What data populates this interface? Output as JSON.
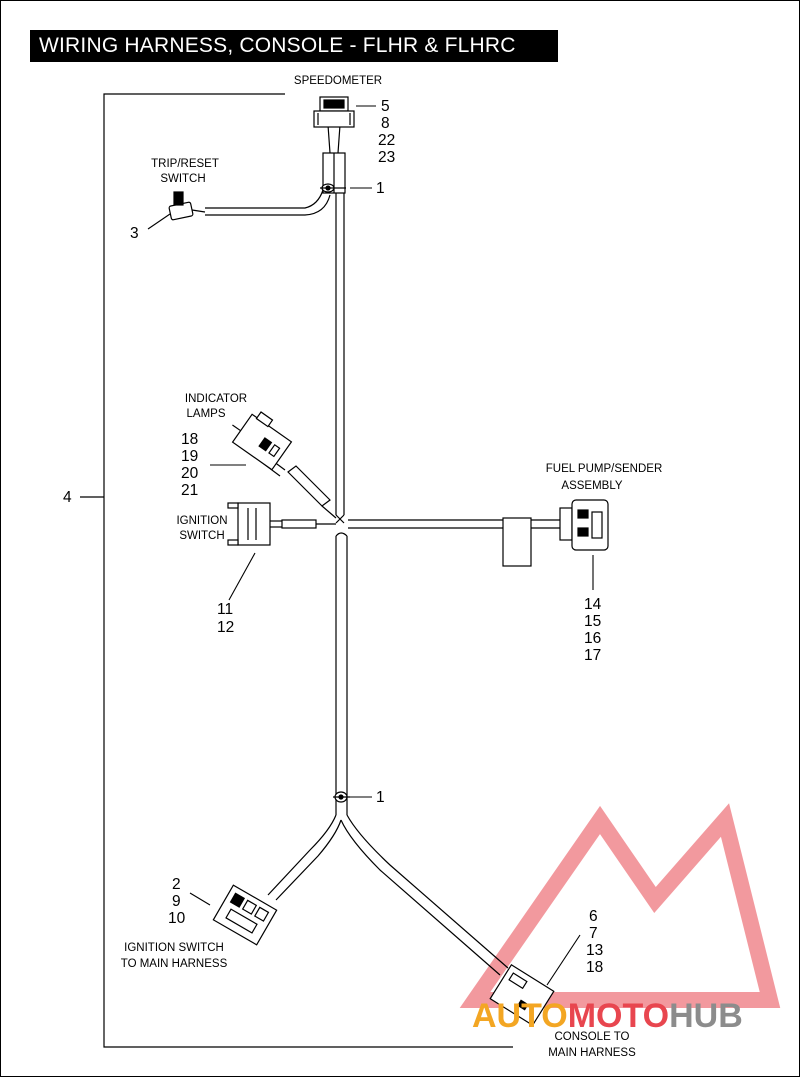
{
  "title": "WIRING HARNESS, CONSOLE - FLHR & FLHRC",
  "labels": {
    "speedometer": "SPEEDOMETER",
    "trip_reset_1": "TRIP/RESET",
    "trip_reset_2": "SWITCH",
    "indicator_1": "INDICATOR",
    "indicator_2": "LAMPS",
    "ignition_1": "IGNITION",
    "ignition_2": "SWITCH",
    "fuel_1": "FUEL PUMP/SENDER",
    "fuel_2": "ASSEMBLY",
    "ign_main_1": "IGNITION SWITCH",
    "ign_main_2": "TO MAIN HARNESS",
    "console_main_1": "CONSOLE TO",
    "console_main_2": "MAIN HARNESS"
  },
  "callouts": {
    "speedometer": [
      "5",
      "8",
      "22",
      "23"
    ],
    "clip_top": "1",
    "trip_reset": "3",
    "indicator": [
      "18",
      "19",
      "20",
      "21"
    ],
    "harness": "4",
    "ignition": [
      "11",
      "12"
    ],
    "fuel": [
      "14",
      "15",
      "16",
      "17"
    ],
    "clip_bottom": "1",
    "ign_main": [
      "2",
      "9",
      "10"
    ],
    "console_main": [
      "6",
      "7",
      "13",
      "18"
    ]
  },
  "watermark": {
    "part1": "AUTO",
    "part2": "MOTO",
    "part3": "HUB",
    "color_orange": "#f3a623",
    "color_red": "#e8464f",
    "color_gray": "#8c8c8c"
  },
  "colors": {
    "title_bg": "#000000",
    "title_fg": "#ffffff",
    "line": "#000000"
  }
}
